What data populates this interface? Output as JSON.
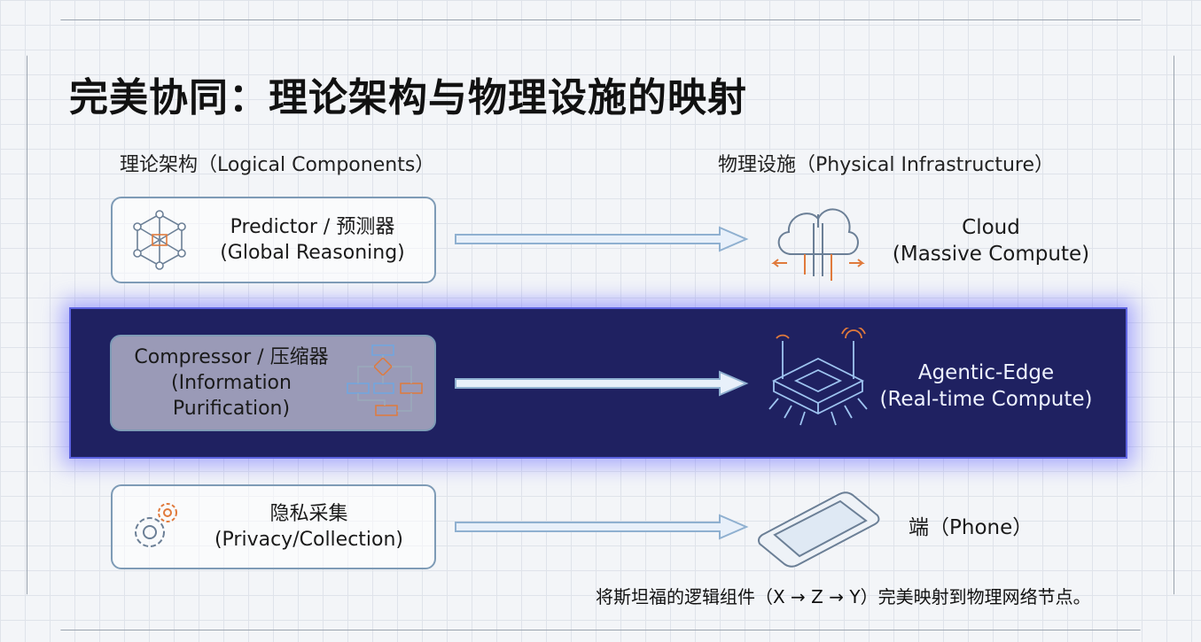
{
  "title": "完美协同：理论架构与物理设施的映射",
  "columns": {
    "left": "理论架构（Logical Components）",
    "right": "物理设施（Physical Infrastructure）"
  },
  "rows": [
    {
      "logical_line1": "Predictor / 预测器",
      "logical_line2": "(Global Reasoning)",
      "physical_line1": "Cloud",
      "physical_line2": "(Massive Compute)"
    },
    {
      "logical_line1": "Compressor / 压缩器",
      "logical_line2": "(Information",
      "logical_line3": "Purification)",
      "physical_line1": "Agentic-Edge",
      "physical_line2": "(Real-time Compute)"
    },
    {
      "logical_line1": "隐私采集",
      "logical_line2": "(Privacy/Collection)",
      "physical_line1": "端（Phone）"
    }
  ],
  "footnote": "将斯坦福的逻辑组件（X → Z → Y）完美映射到物理网络节点。",
  "colors": {
    "band": "#1f2161",
    "accent_orange": "#e07a3c",
    "line_blue": "#7e9bb6"
  }
}
